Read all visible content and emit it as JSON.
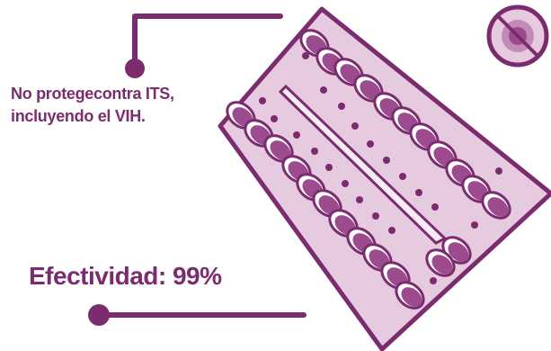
{
  "warning": {
    "line1": "No protegecontra ITS,",
    "line2": "incluyendo el VIH."
  },
  "effectiveness": {
    "label": "Efectividad: 99%"
  },
  "colors": {
    "brand": "#7b2c6e",
    "blister_fill": "#e6cbe0",
    "pill": "#9b4b8e"
  },
  "icons": {
    "blister": "pill-pack-icon",
    "prohibited": "no-symbol-icon"
  }
}
